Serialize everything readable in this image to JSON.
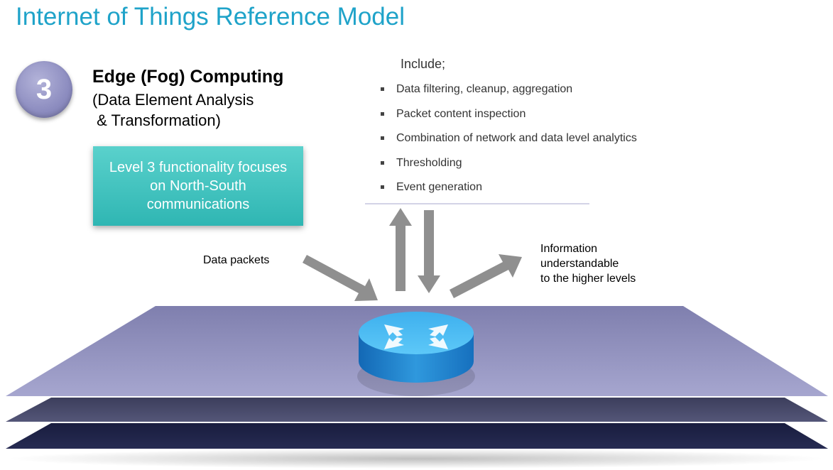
{
  "title": "Internet of Things Reference Model",
  "level": {
    "number": "3",
    "heading": "Edge (Fog) Computing",
    "subheading": "(Data Element Analysis\n & Transformation)"
  },
  "callout": "Level 3 functionality focuses on North-South communications",
  "include": {
    "title": "Include;",
    "items": [
      "Data filtering, cleanup, aggregation",
      "Packet content inspection",
      "Combination of network and data level analytics",
      "Thresholding",
      "Event generation"
    ]
  },
  "labels": {
    "data_packets": "Data packets",
    "information": "Information\nunderstandable\nto the higher levels"
  },
  "colors": {
    "title": "#1fa3c9",
    "callout": "#3bbfbc",
    "top_layer": "#8f8fba",
    "mid_layer": "#454766",
    "bottom_layer": "#1d2145",
    "arrow": "#8f8f8f",
    "router": "#2a9fe0"
  },
  "icons": {
    "router": "router-icon"
  }
}
